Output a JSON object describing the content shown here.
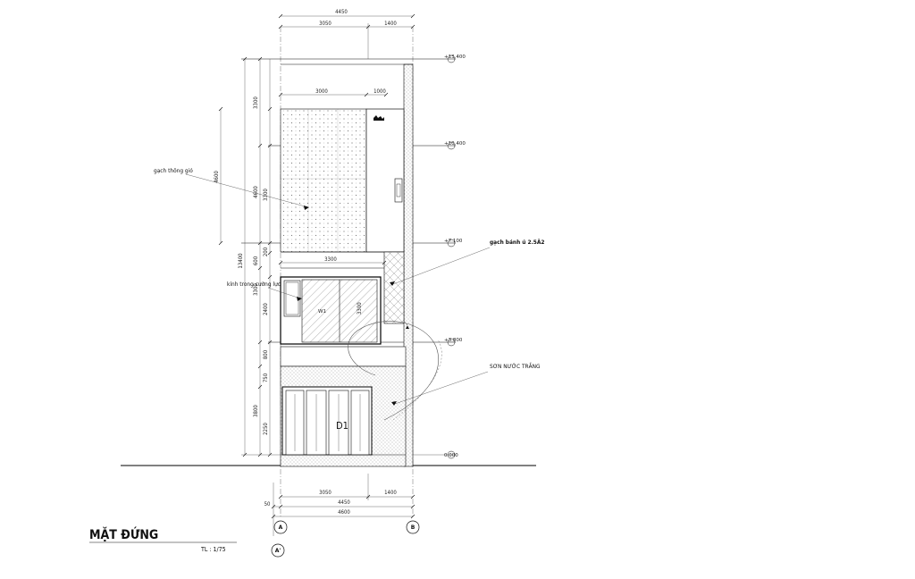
{
  "title": "MẶT ĐỨNG",
  "scale": "TL : 1/75",
  "dimensions": {
    "top_total": "4450",
    "top_left": "3050",
    "top_right": "1400",
    "upper_left": "3000",
    "upper_right": "1000",
    "mid_width": "3300",
    "window_width_vert": "3300",
    "bottom_total": "4450",
    "bottom_left": "3050",
    "bottom_right": "1400",
    "bottom_overall": "4600",
    "bottom_offset": "50",
    "vert_left_total": "13400",
    "vert_left_upper": "4600",
    "vert_3300_a": "3300",
    "vert_4600": "4600",
    "vert_3300_b": "3300",
    "vert_200": "200",
    "vert_600": "600",
    "vert_3300_c": "3300",
    "vert_2400": "2400",
    "vert_800": "800",
    "vert_750": "750",
    "vert_3800": "3800",
    "vert_2250": "2250"
  },
  "levels": {
    "l1": "+13.400",
    "l2": "+10.400",
    "l3": "+7.100",
    "l4": "+3.800",
    "l5": "0.000"
  },
  "notes": {
    "vent_brick": "gạch thông gió",
    "glass_bricks": "gạch bánh ú 2.5Â2",
    "tempered_glass": "kính trong cường lực",
    "white_paint": "SƠN NƯỚC TRẮNG",
    "window_tag": "W1"
  },
  "door_tag": "D1",
  "axes": {
    "a": "A",
    "b": "B",
    "a2": "A'"
  }
}
